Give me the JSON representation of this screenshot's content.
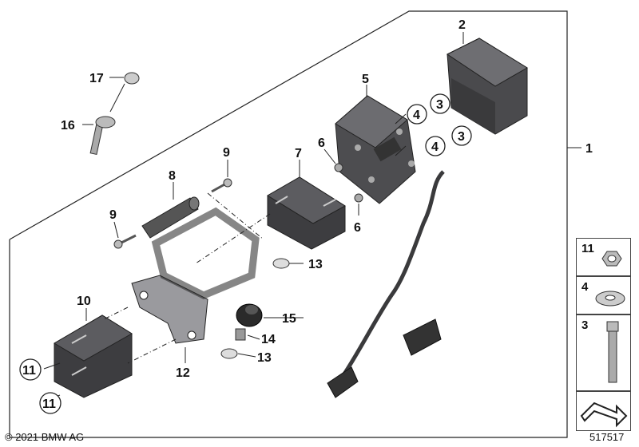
{
  "callouts": {
    "c1": "1",
    "c2": "2",
    "c3a": "3",
    "c3b": "3",
    "c4a": "4",
    "c4b": "4",
    "c5": "5",
    "c6a": "6",
    "c6b": "6",
    "c7": "7",
    "c8": "8",
    "c9a": "9",
    "c9b": "9",
    "c10": "10",
    "c11a": "11",
    "c11b": "11",
    "c12": "12",
    "c13a": "13",
    "c13b": "13",
    "c14": "14",
    "c15": "15",
    "c16": "16",
    "c17": "17"
  },
  "legend": {
    "nut": "11",
    "washer": "4",
    "screw": "3"
  },
  "footer": {
    "copyright": "© 2021 BMW AG",
    "diagram_number": "517517"
  }
}
